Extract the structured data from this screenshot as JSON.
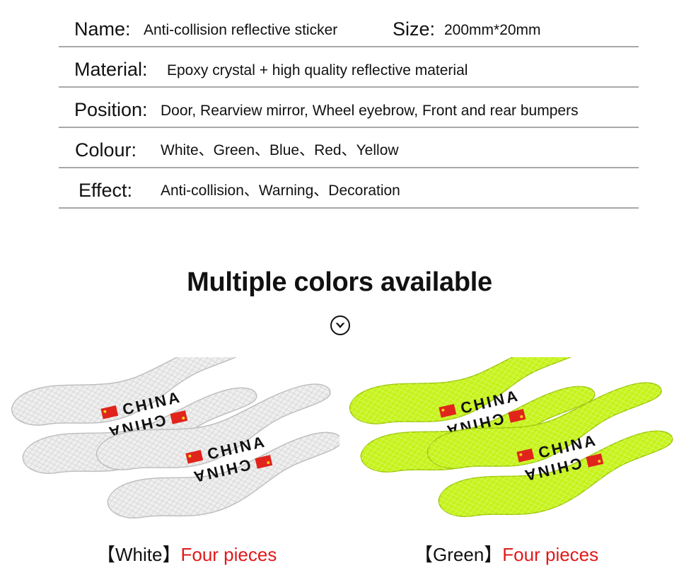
{
  "specs": {
    "name_label": "Name:",
    "name_value": "Anti-collision reflective sticker",
    "size_label": "Size:",
    "size_value": "200mm*20mm",
    "material_label": "Material:",
    "material_value": "Epoxy crystal + high quality reflective material",
    "position_label": "Position:",
    "position_value": "Door, Rearview mirror, Wheel eyebrow, Front and rear bumpers",
    "colour_label": "Colour:",
    "colour_value": "White、Green、Blue、Red、Yellow",
    "effect_label": "Effect:",
    "effect_value": "Anti-collision、Warning、Decoration"
  },
  "headline": "Multiple colors available",
  "icons": {
    "scroll": "chevron-down-circle-icon"
  },
  "products": [
    {
      "sticker_text": "CHINA",
      "color_name": "White",
      "qty_text": "Four pieces",
      "fill": "#efefef",
      "stroke": "#bdbdbd"
    },
    {
      "sticker_text": "CHINA",
      "color_name": "Green",
      "qty_text": "Four pieces",
      "fill": "#c6f21a",
      "stroke": "#9fc80c"
    }
  ],
  "colors": {
    "accent_red": "#e01a1a",
    "flag_red": "#e0241b",
    "flag_star": "#f6d21a"
  }
}
